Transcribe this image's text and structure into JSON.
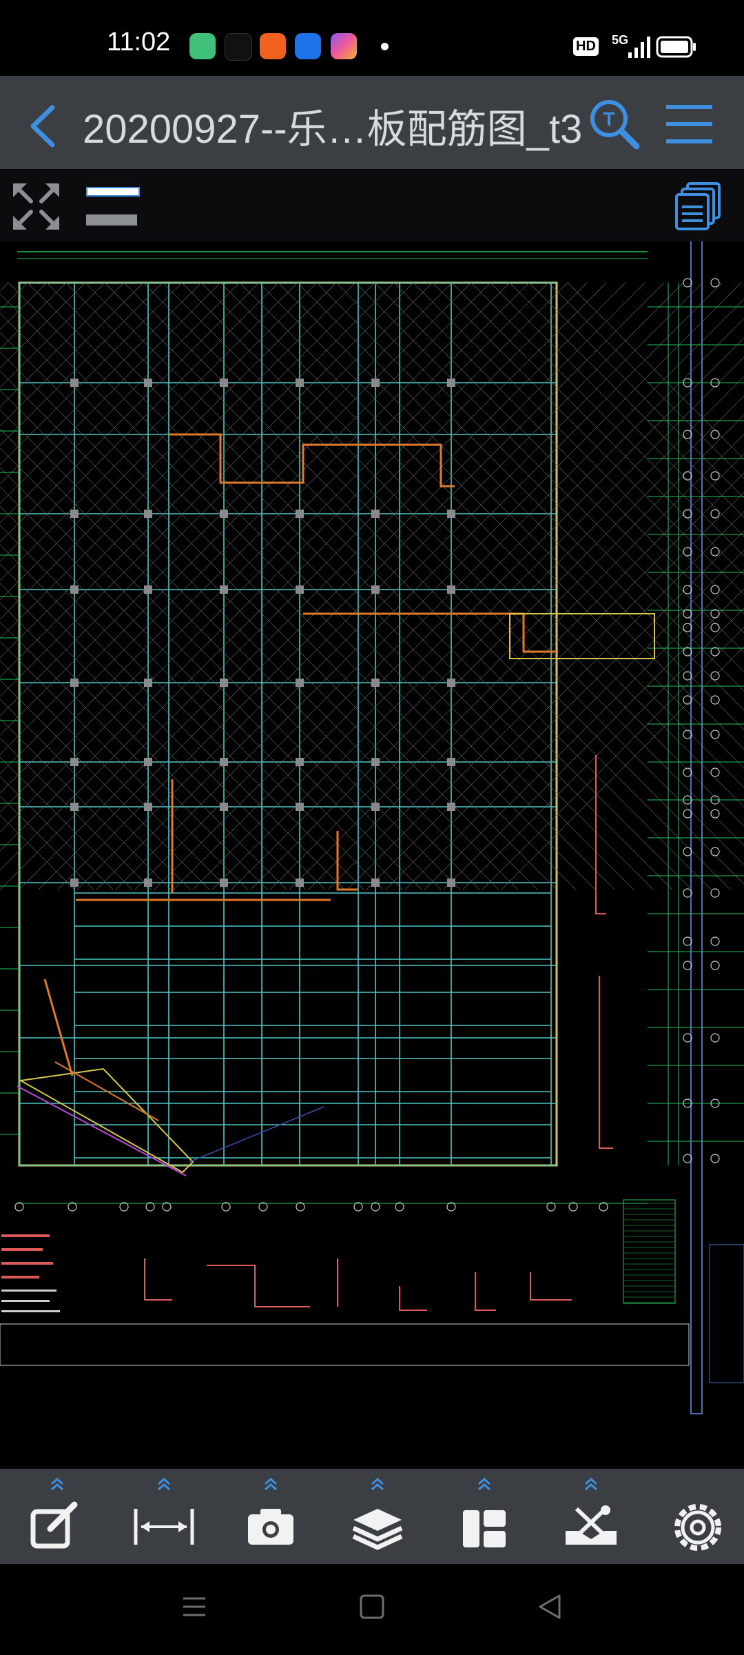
{
  "status_bar": {
    "time": "11:02",
    "hd_badge": "HD",
    "network": "5G",
    "apps": [
      "phone-app-icon",
      "tiktok-app-icon",
      "video-app-icon",
      "fish-app-icon",
      "shortcut-app-icon"
    ]
  },
  "header": {
    "title": "20200927--乐…板配筋图_t3",
    "back_icon": "chevron-left-icon",
    "search_icon": "text-search-icon",
    "menu_icon": "hamburger-menu-icon"
  },
  "drawing_toolbar": {
    "fullscreen_icon": "expand-arrows-icon",
    "layers_panel_icon": "sheets-stack-icon"
  },
  "bottom_tools": [
    {
      "name": "edit-tool-button",
      "icon": "edit-icon"
    },
    {
      "name": "measure-tool-button",
      "icon": "measure-icon"
    },
    {
      "name": "screenshot-tool-button",
      "icon": "camera-icon"
    },
    {
      "name": "layers-tool-button",
      "icon": "layers-icon"
    },
    {
      "name": "layout-tool-button",
      "icon": "layout-icon"
    },
    {
      "name": "tools-button",
      "icon": "toolbox-icon"
    },
    {
      "name": "settings-button",
      "icon": "gear-icon"
    }
  ],
  "colors": {
    "accent_blue": "#3e8fe0",
    "toolbar_bg": "#3b3e43",
    "cad_green": "#22c35a",
    "cad_cyan": "#4fc8c8",
    "cad_yellow": "#d8c84a",
    "cad_orange": "#e07a2a"
  }
}
